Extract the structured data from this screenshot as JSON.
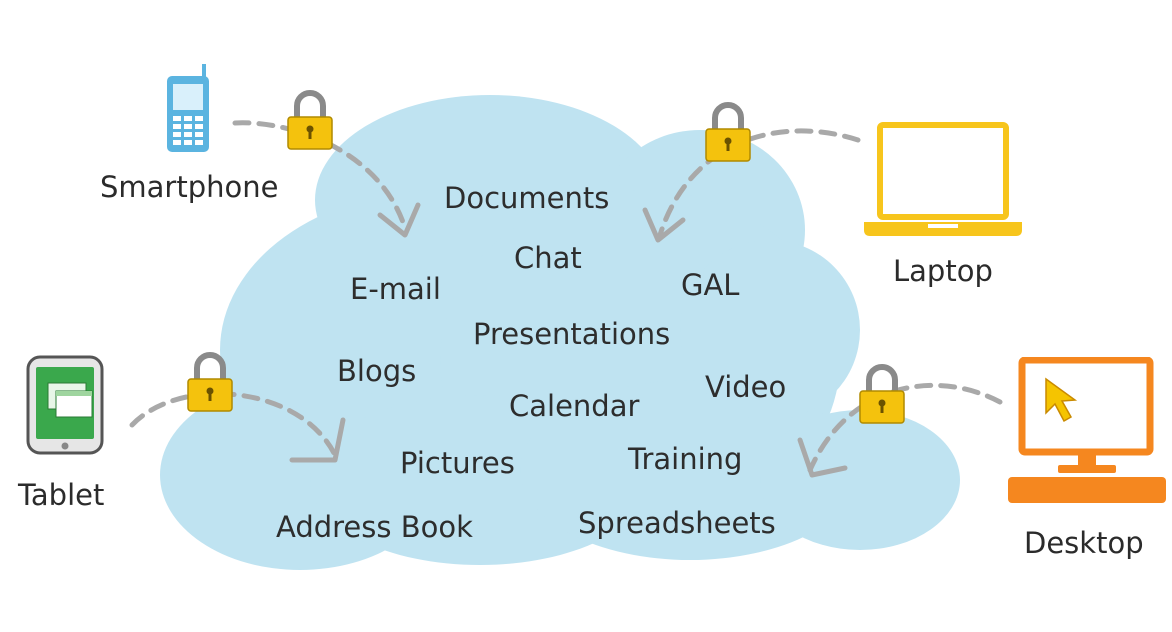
{
  "colors": {
    "cloud": "#bfe3f1",
    "arrow": "#a9a9a9",
    "phone": "#5bb4e0",
    "laptop": "#f7c51c",
    "desktop": "#f5871f",
    "tablet_green": "#3aa84c",
    "lock_body": "#f4c20d",
    "lock_shackle": "#8a8a8a"
  },
  "devices": {
    "smartphone": {
      "label": "Smartphone",
      "icon": "smartphone-icon"
    },
    "laptop": {
      "label": "Laptop",
      "icon": "laptop-icon"
    },
    "tablet": {
      "label": "Tablet",
      "icon": "tablet-icon"
    },
    "desktop": {
      "label": "Desktop",
      "icon": "desktop-icon"
    }
  },
  "services": {
    "documents": "Documents",
    "chat": "Chat",
    "email": "E-mail",
    "gal": "GAL",
    "presentations": "Presentations",
    "blogs": "Blogs",
    "video": "Video",
    "calendar": "Calendar",
    "pictures": "Pictures",
    "training": "Training",
    "address_book": "Address Book",
    "spreadsheets": "Spreadsheets"
  }
}
